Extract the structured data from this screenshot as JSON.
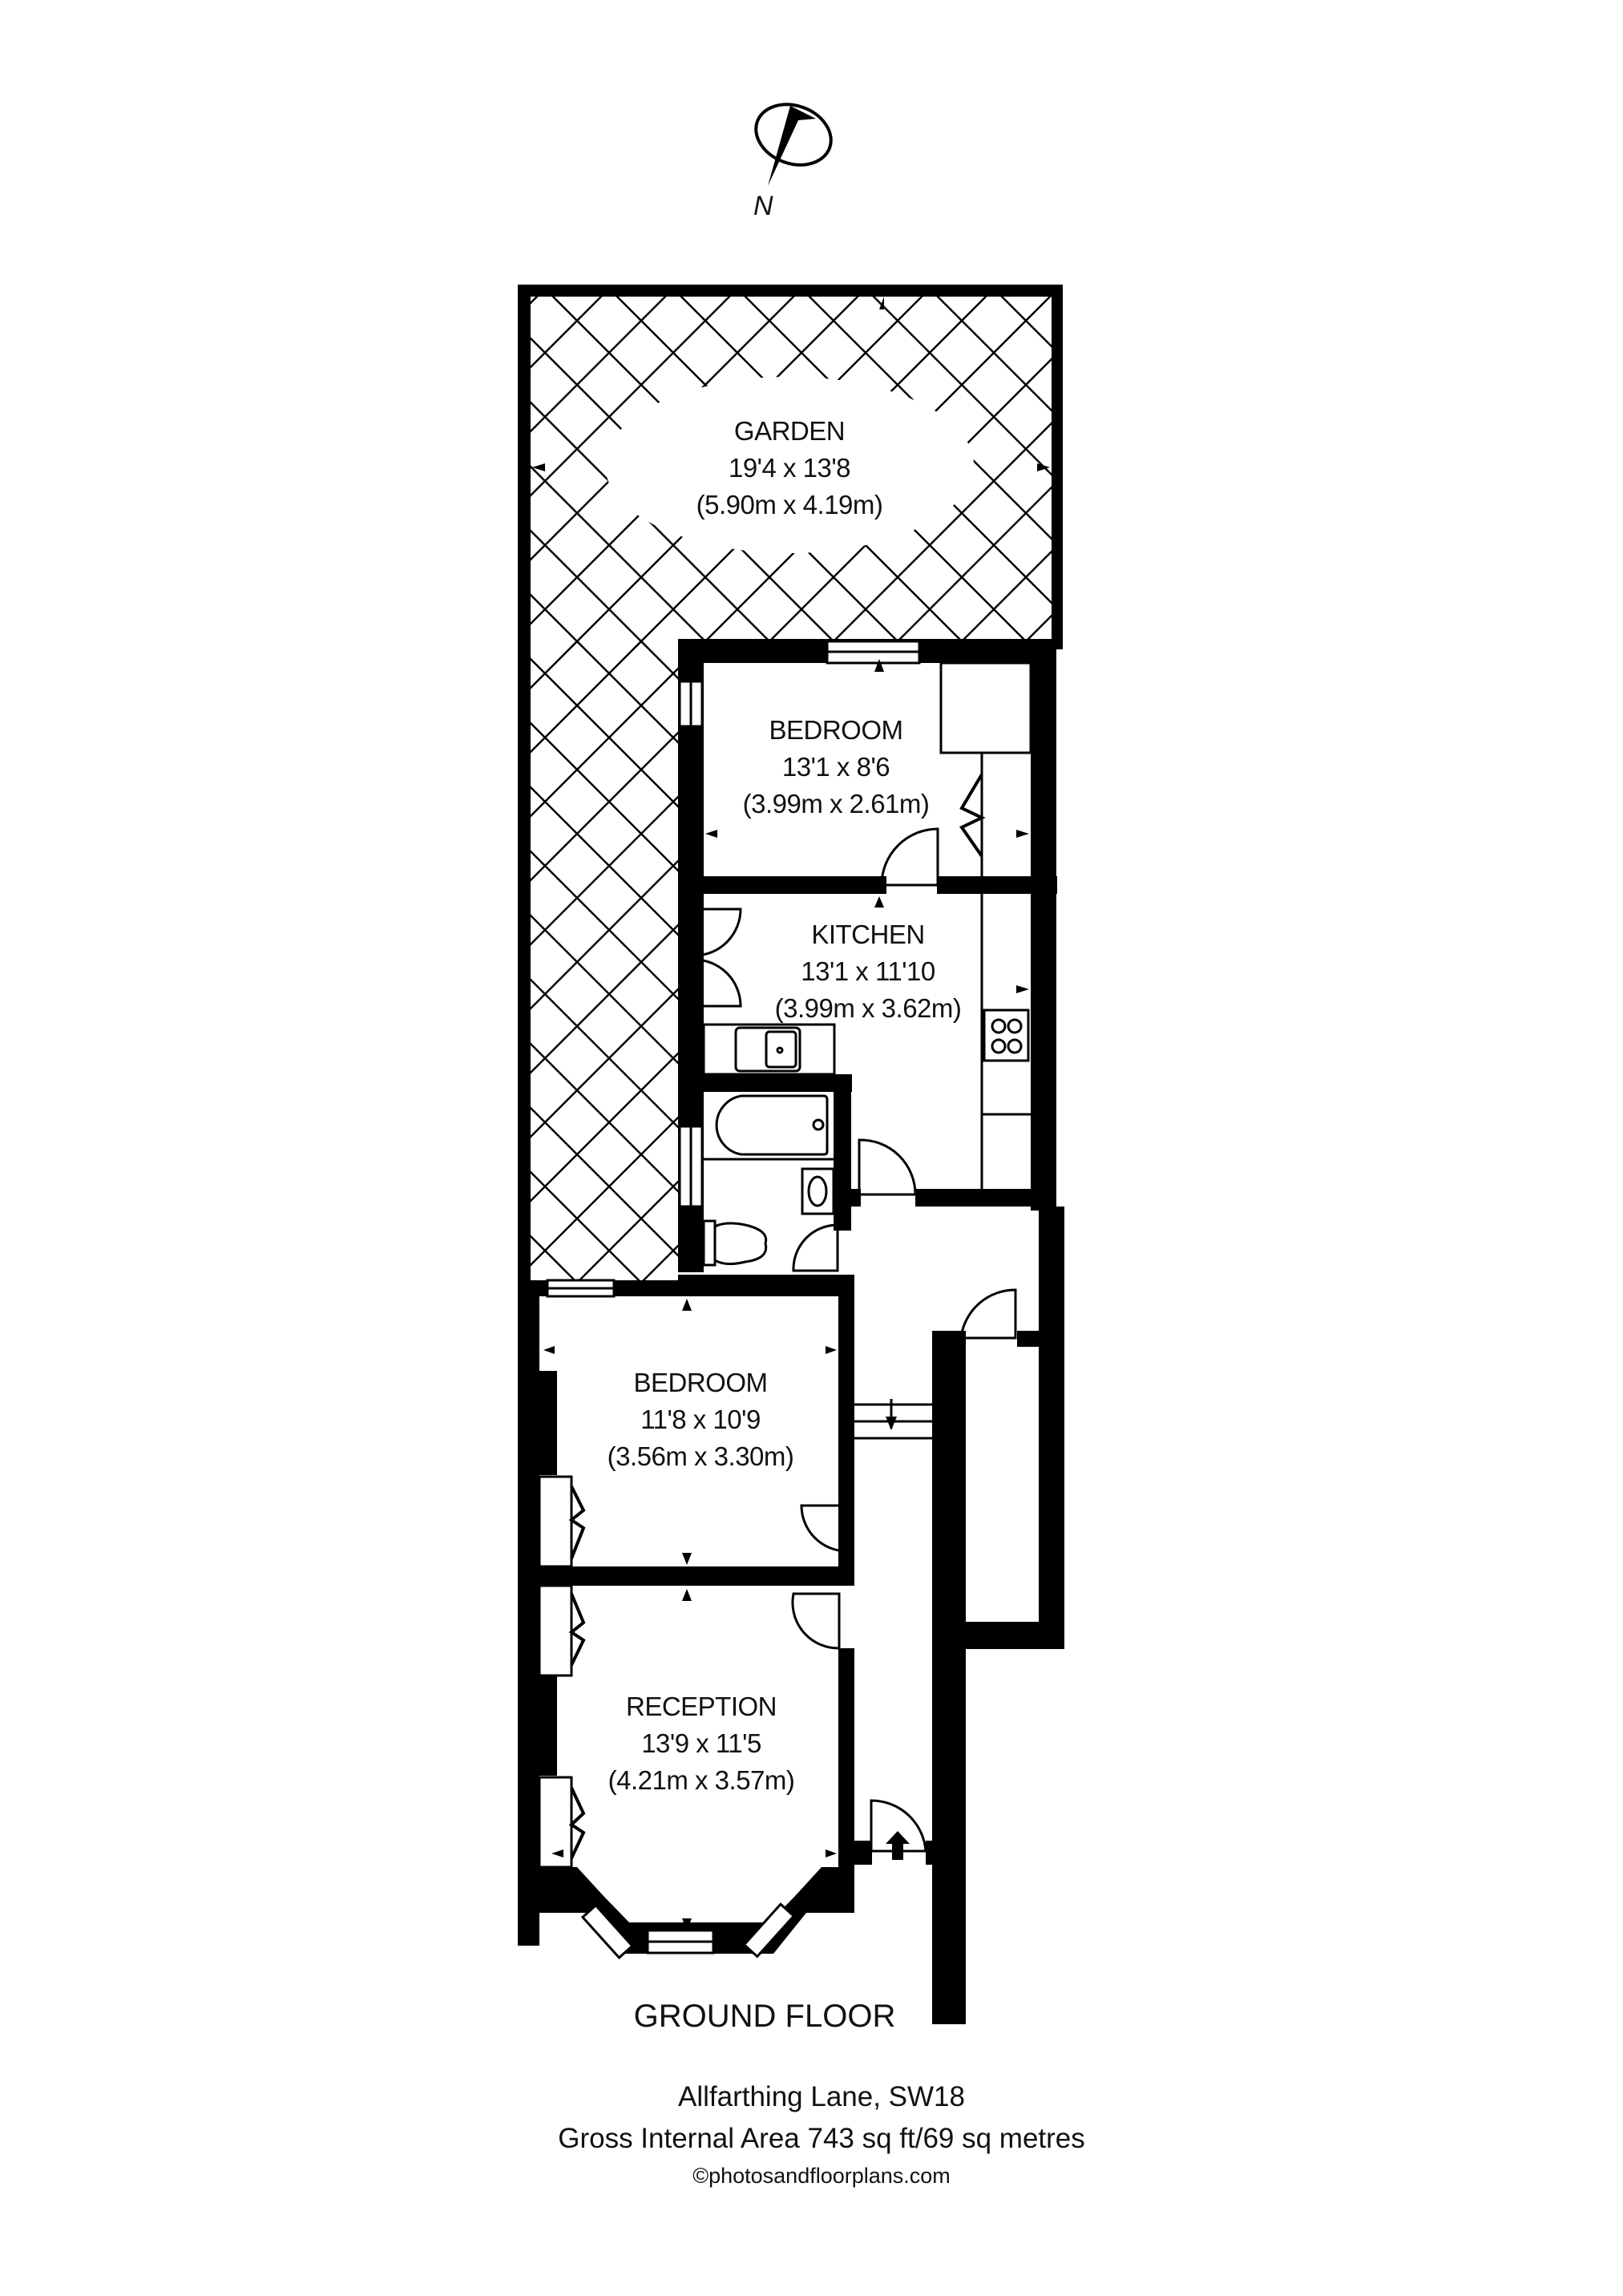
{
  "compass": {
    "label": "N",
    "icon": "north-arrow-icon"
  },
  "rooms": [
    {
      "id": "garden",
      "name": "GARDEN",
      "imperial": "19'4 x 13'8",
      "metric": "(5.90m x 4.19m)"
    },
    {
      "id": "bedroom-1",
      "name": "BEDROOM",
      "imperial": "13'1 x 8'6",
      "metric": "(3.99m x 2.61m)"
    },
    {
      "id": "kitchen",
      "name": "KITCHEN",
      "imperial": "13'1 x 11'10",
      "metric": "(3.99m x 3.62m)"
    },
    {
      "id": "bedroom-2",
      "name": "BEDROOM",
      "imperial": "11'8 x 10'9",
      "metric": "(3.56m x 3.30m)"
    },
    {
      "id": "reception",
      "name": "RECEPTION",
      "imperial": "13'9 x 11'5",
      "metric": "(4.21m x 3.57m)"
    }
  ],
  "floor": {
    "title": "GROUND FLOOR"
  },
  "footer": {
    "address": "Allfarthing Lane, SW18",
    "area": "Gross Internal Area 743 sq ft/69 sq metres",
    "copyright": "©photosandfloorplans.com"
  },
  "colors": {
    "wall": "#000000",
    "background": "#ffffff"
  }
}
